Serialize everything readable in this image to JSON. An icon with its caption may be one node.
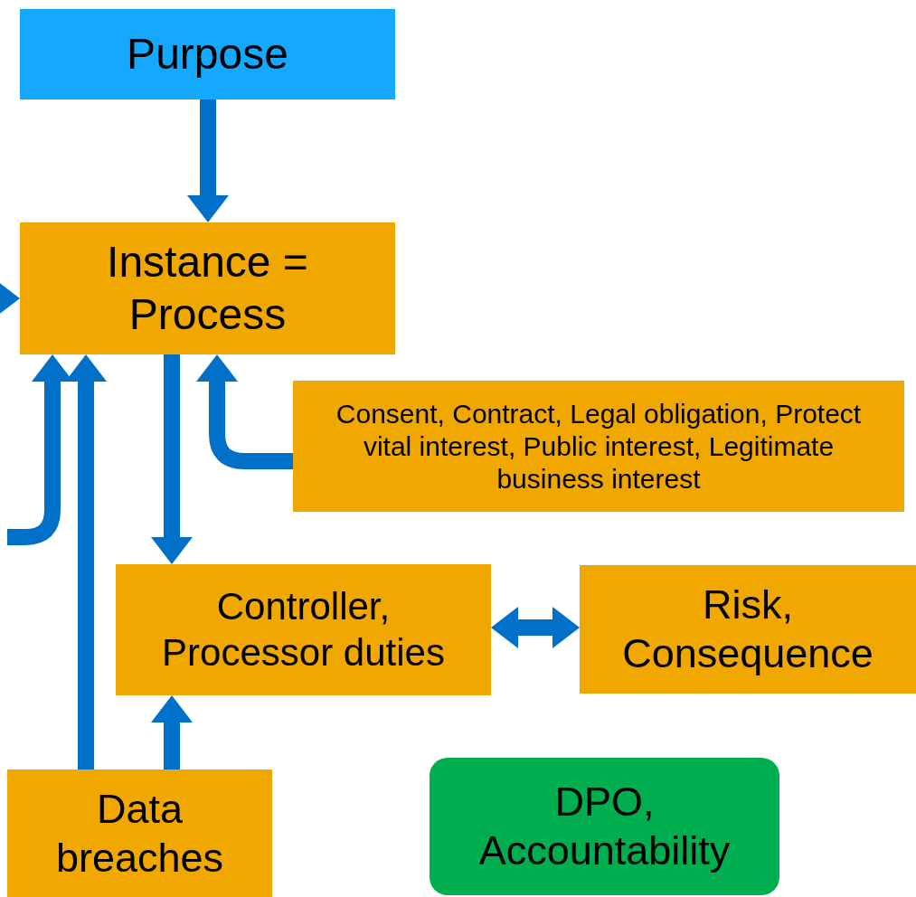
{
  "diagram": {
    "nodes": [
      {
        "text": [
          "Purpose"
        ]
      },
      {
        "text": [
          "Instance = Process"
        ]
      },
      {
        "text": [
          "Consent, Contract, Legal obligation, Protect vital interest, Public interest, Legitimate business interest"
        ]
      },
      {
        "text": [
          "Controller, Processor duties"
        ]
      },
      {
        "text": [
          "Risk, Consequence"
        ]
      },
      {
        "text": [
          "Data breaches"
        ]
      },
      {
        "text": [
          "DPO, Accountability"
        ]
      }
    ],
    "edges": [
      {
        "from": 0,
        "to": 1,
        "arrow": "to"
      },
      {
        "from": null,
        "to": 1,
        "arrow": "to"
      },
      {
        "from": 2,
        "to": 1,
        "arrow": "to"
      },
      {
        "from": 1,
        "to": 3,
        "arrow": "to"
      },
      {
        "from": 3,
        "to": 4,
        "arrow": "both"
      },
      {
        "from": 5,
        "to": 3,
        "arrow": "to"
      },
      {
        "from": 5,
        "to": 1,
        "arrow": "to"
      },
      {
        "from": null,
        "to": 1,
        "arrow": "to"
      }
    ]
  }
}
